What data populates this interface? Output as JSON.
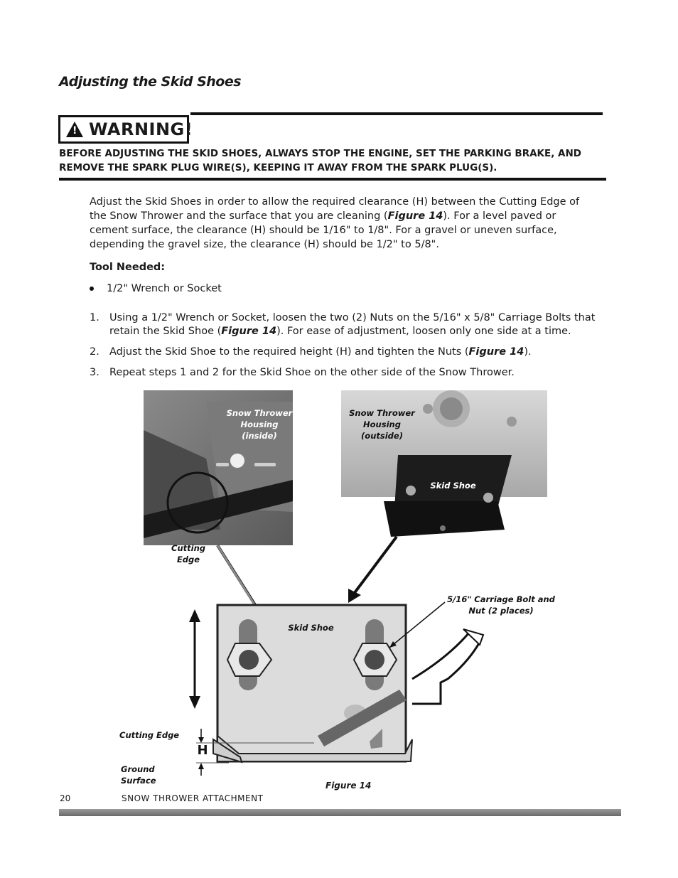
{
  "section_title": "Adjusting the Skid Shoes",
  "warning": {
    "label": "WARNING!",
    "icon": "warning-triangle-icon",
    "text": "BEFORE ADJUSTING THE SKID SHOES, ALWAYS STOP THE ENGINE, SET THE PARKING BRAKE, AND REMOVE THE SPARK PLUG WIRE(S), KEEPING IT AWAY FROM THE SPARK PLUG(S)."
  },
  "intro": {
    "part1": "Adjust the Skid Shoes in order to allow the required clearance (H) between the Cutting Edge of the Snow Thrower and the surface that you are cleaning (",
    "fig_ref": "Figure 14",
    "part2": ").  For a level paved or cement surface, the clearance (H) should be 1/16\" to 1/8\".  For a gravel or uneven surface, depending the gravel size, the clearance (H) should be 1/2\" to 5/8\"."
  },
  "tool_heading": "Tool Needed:",
  "tools": [
    "1/2\" Wrench or Socket"
  ],
  "steps": [
    {
      "num": "1.",
      "a": "Using a 1/2\" Wrench or Socket, loosen the two (2) Nuts on the 5/16\" x 5/8\" Carriage Bolts that retain the Skid Shoe (",
      "ref": "Figure 14",
      "b": ").  For ease of adjustment, loosen only one side at a time."
    },
    {
      "num": "2.",
      "a": "Adjust the Skid Shoe to the required height (H) and tighten the Nuts (",
      "ref": "Figure 14",
      "b": ")."
    },
    {
      "num": "3.",
      "a": "Repeat steps 1 and 2 for the Skid Shoe on the other side of the Snow Thrower.",
      "ref": "",
      "b": ""
    }
  ],
  "figure": {
    "labels": {
      "housing_inside": "Snow Thrower Housing (inside)",
      "housing_outside": "Snow Thrower Housing (outside)",
      "skid_shoe_photo": "Skid Shoe",
      "cutting_edge_photo": "Cutting Edge",
      "carriage_bolt": "5/16\" Carriage Bolt and Nut (2 places)",
      "skid_shoe_diagram": "Skid Shoe",
      "cutting_edge": "Cutting Edge",
      "h": "H",
      "ground_surface": "Ground Surface"
    },
    "caption": "Figure 14"
  },
  "footer": {
    "page_number": "20",
    "title": "SNOW THROWER ATTACHMENT"
  }
}
